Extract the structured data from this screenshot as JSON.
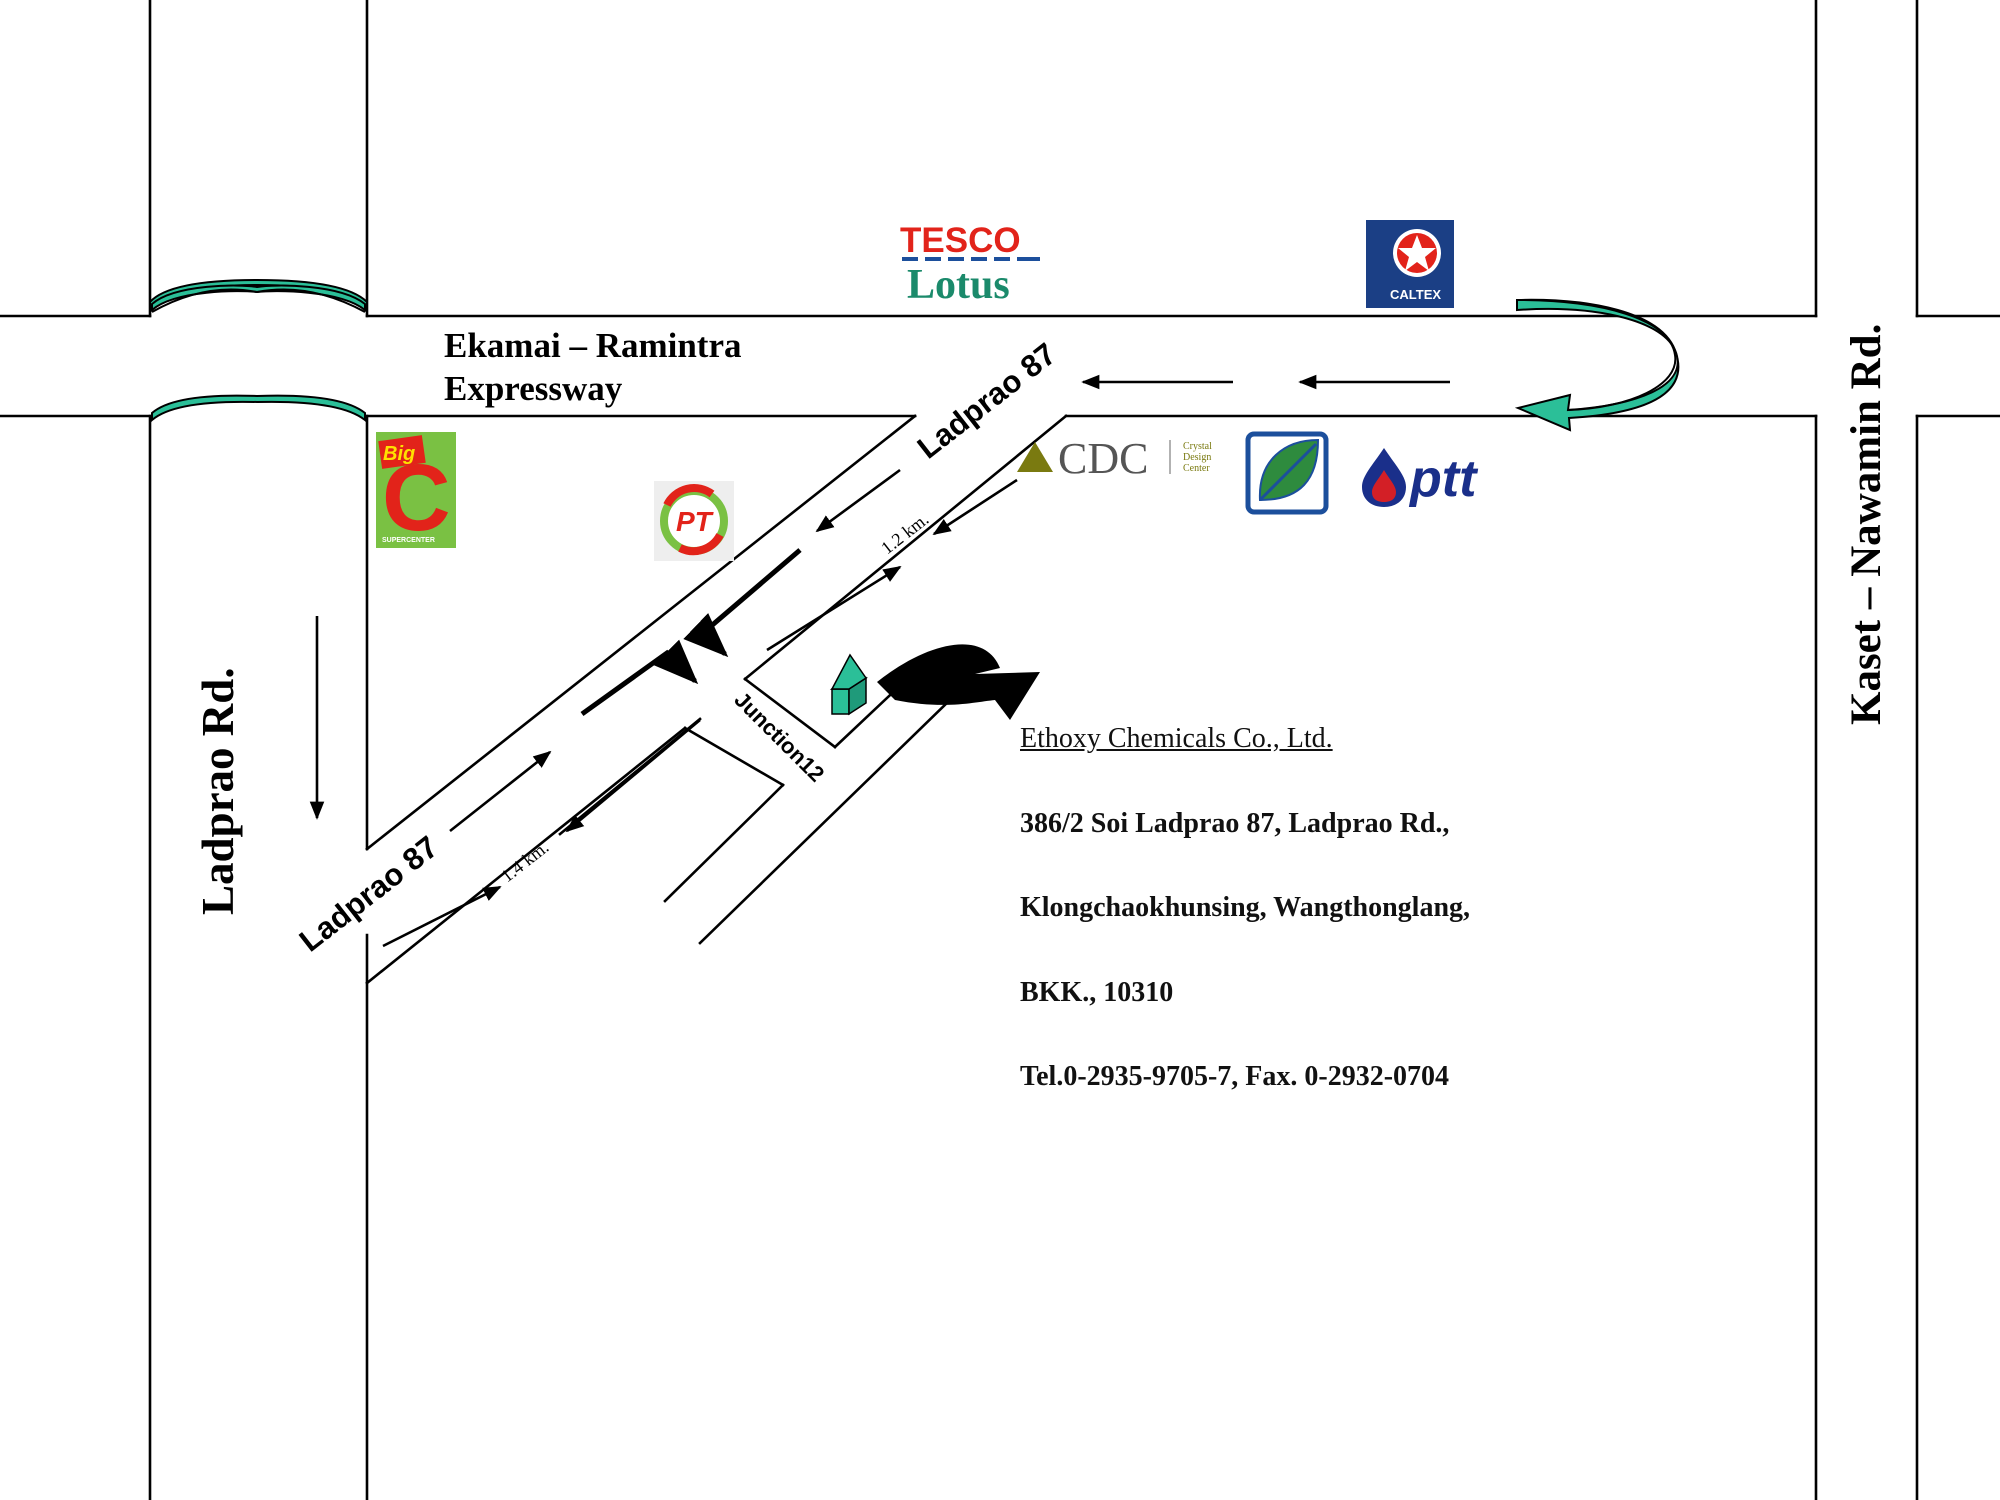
{
  "roads": {
    "ladprao_rd": "Ladprao Rd.",
    "kaset_nawamin": "Kaset – Nawamin Rd.",
    "expressway_line1": "Ekamai – Ramintra",
    "expressway_line2": "Expressway",
    "ladprao87_top": "Ladprao 87",
    "ladprao87_bottom": "Ladprao 87",
    "junction": "Junction12"
  },
  "distances": {
    "upper": "1.2 km.",
    "lower": "1.4 km."
  },
  "landmarks": {
    "tesco_line1": "TESCO",
    "tesco_line2": "Lotus",
    "caltex": "CALTEX",
    "bigc_small": "Big",
    "bigc_letter": "C",
    "bigc_sub": "SUPERCENTER",
    "pt": "PT",
    "cdc": "CDC",
    "cdc_sub1": "Crystal",
    "cdc_sub2": "Design",
    "cdc_sub3": "Center",
    "ptt": "ptt"
  },
  "company": {
    "name": "Ethoxy Chemicals Co., Ltd.",
    "address1": "386/2 Soi Ladprao 87, Ladprao Rd.,",
    "address2": "Klongchaokhunsing, Wangthonglang,",
    "address3": "BKK., 10310",
    "contact": "Tel.0-2935-9705-7, Fax. 0-2932-0704"
  },
  "colors": {
    "bridge_teal": "#2bbf98",
    "tesco_red": "#e2231a",
    "tesco_blue": "#1c4f9c",
    "lotus_green": "#1b8a6b",
    "caltex_blue": "#1b3f85",
    "bigc_green": "#7ac143",
    "bigc_red": "#e2231a",
    "ptt_blue": "#1a2f8a",
    "ptt_red": "#d31f26",
    "cdc_olive": "#7a7a10",
    "bangchak_green": "#2e8b3e"
  }
}
